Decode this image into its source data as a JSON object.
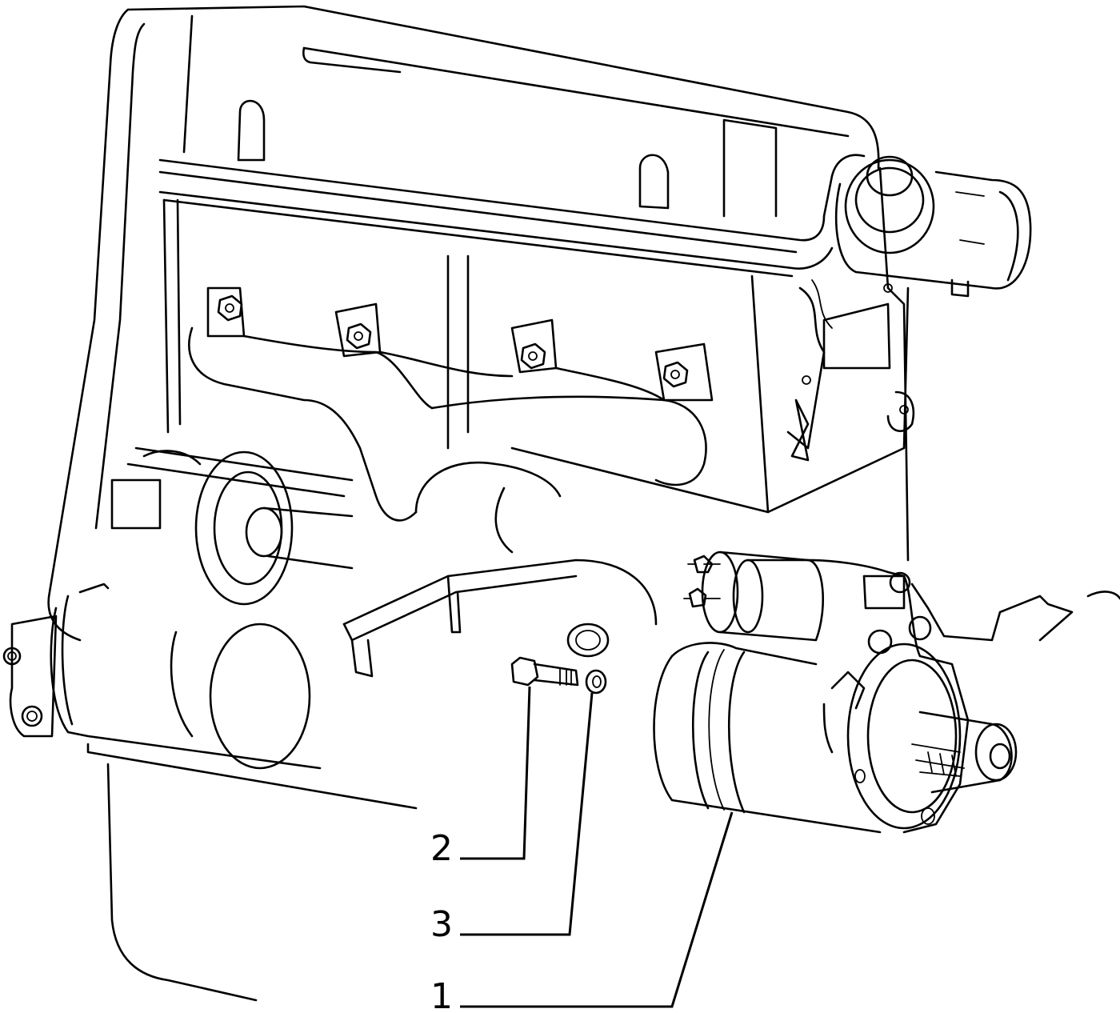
{
  "callouts": [
    {
      "id": "1",
      "label": "1",
      "part": "starter-motor"
    },
    {
      "id": "2",
      "label": "2",
      "part": "bolt"
    },
    {
      "id": "3",
      "label": "3",
      "part": "washer"
    }
  ],
  "colors": {
    "line": "#000000",
    "background": "#ffffff"
  }
}
